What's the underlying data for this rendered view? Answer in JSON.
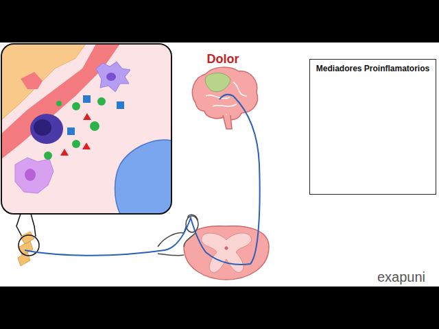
{
  "diagram": {
    "nodes": [
      {
        "text": [
          "Mediadores Proinflamatorios"
        ]
      }
    ],
    "labels": [
      "Dolor",
      "exapuni"
    ]
  }
}
